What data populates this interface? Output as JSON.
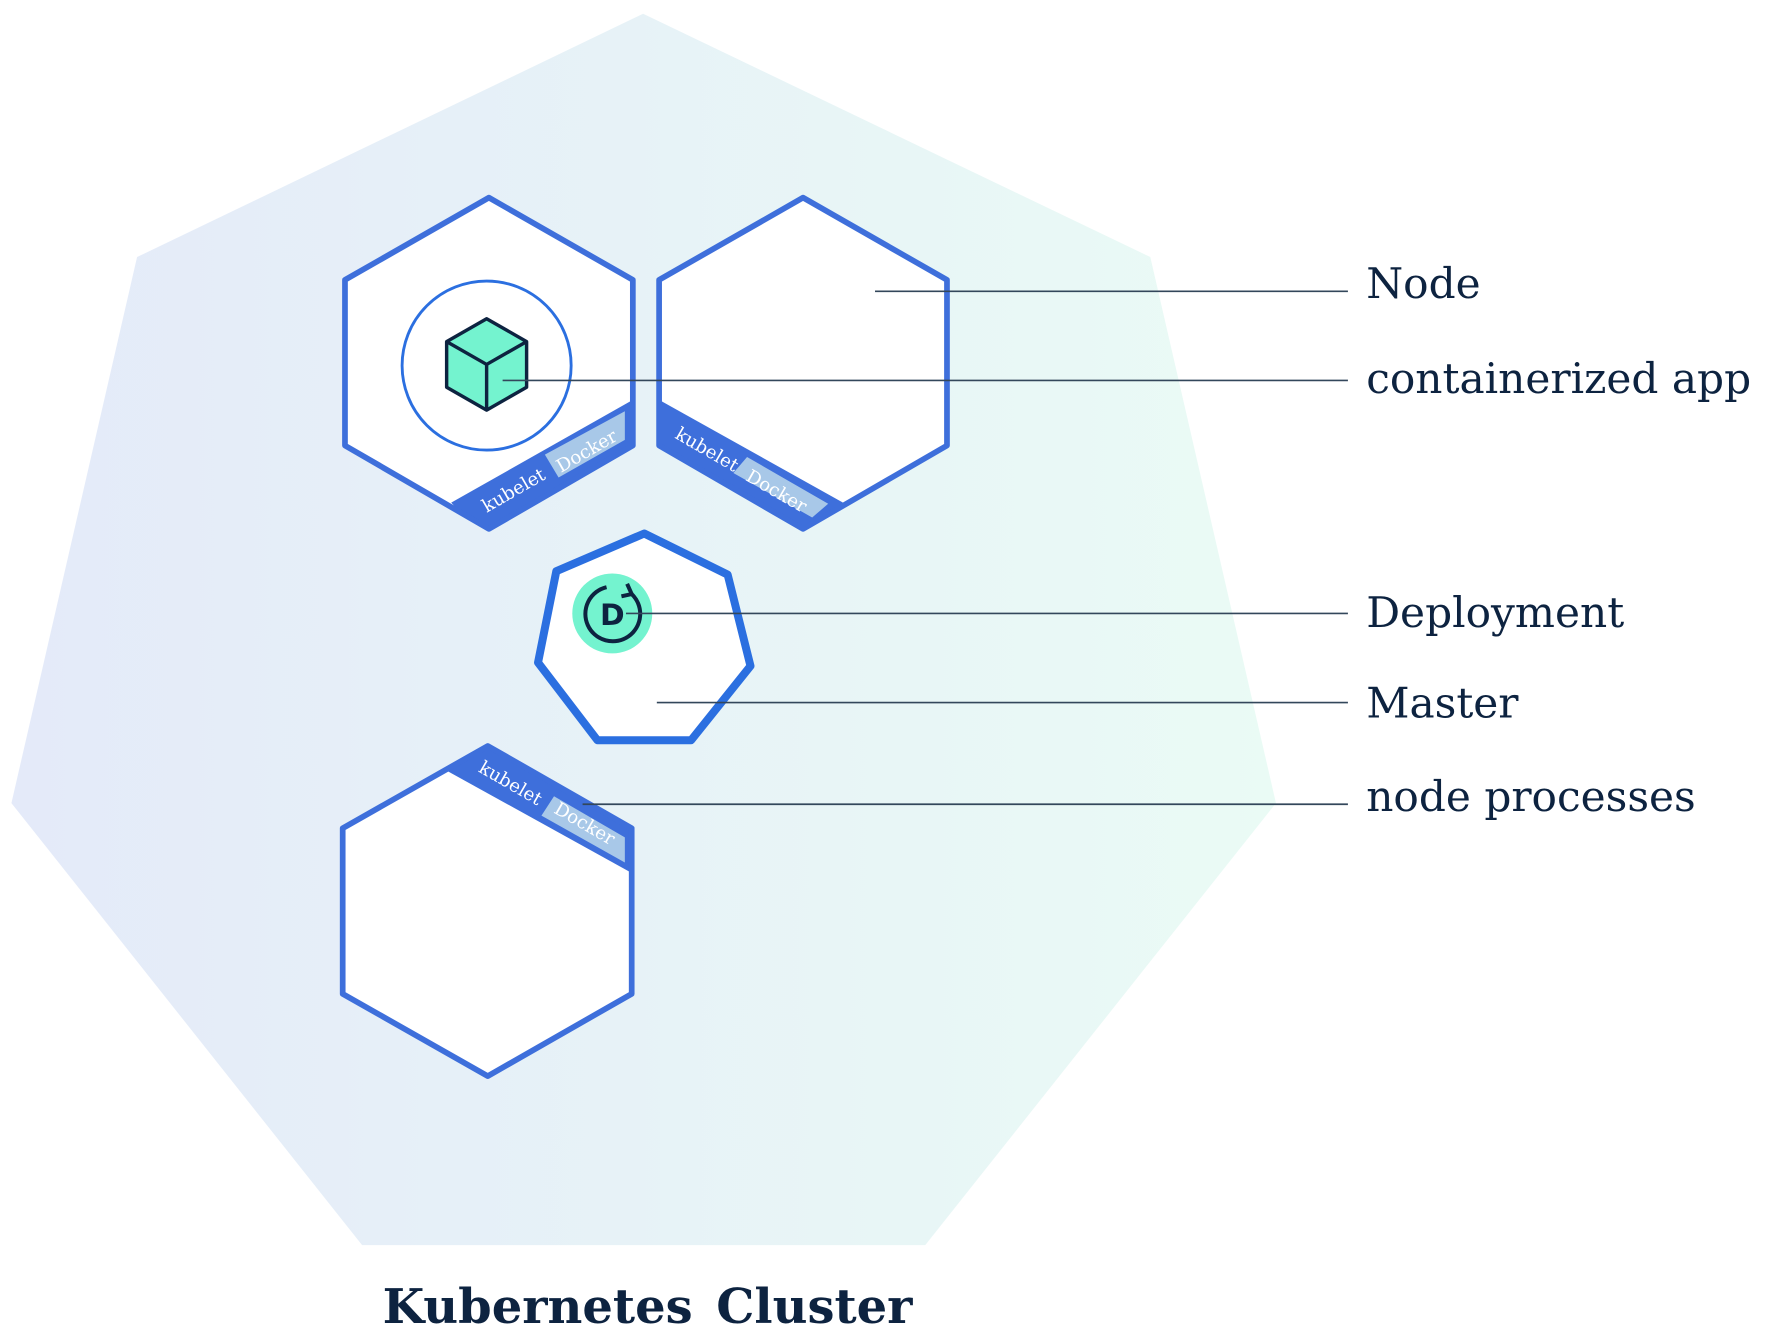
{
  "diagram": {
    "title_part1": "Kubernetes",
    "title_part2": "Cluster",
    "labels": {
      "node": "Node",
      "containerized_app": "containerized app",
      "deployment": "Deployment",
      "master": "Master",
      "node_processes": "node processes"
    },
    "process_labels": {
      "kubelet": "kubelet",
      "docker": "Docker"
    },
    "deployment_glyph": "D",
    "colors": {
      "node_stroke": "#3e6fdb",
      "master_stroke": "#2b6fe0",
      "accent_green": "#74f3cf",
      "docker_tag": "#a8c8e8",
      "text_dark": "#0d2340",
      "cluster_left": "#e4eaf9",
      "cluster_right": "#eafbf5"
    }
  }
}
